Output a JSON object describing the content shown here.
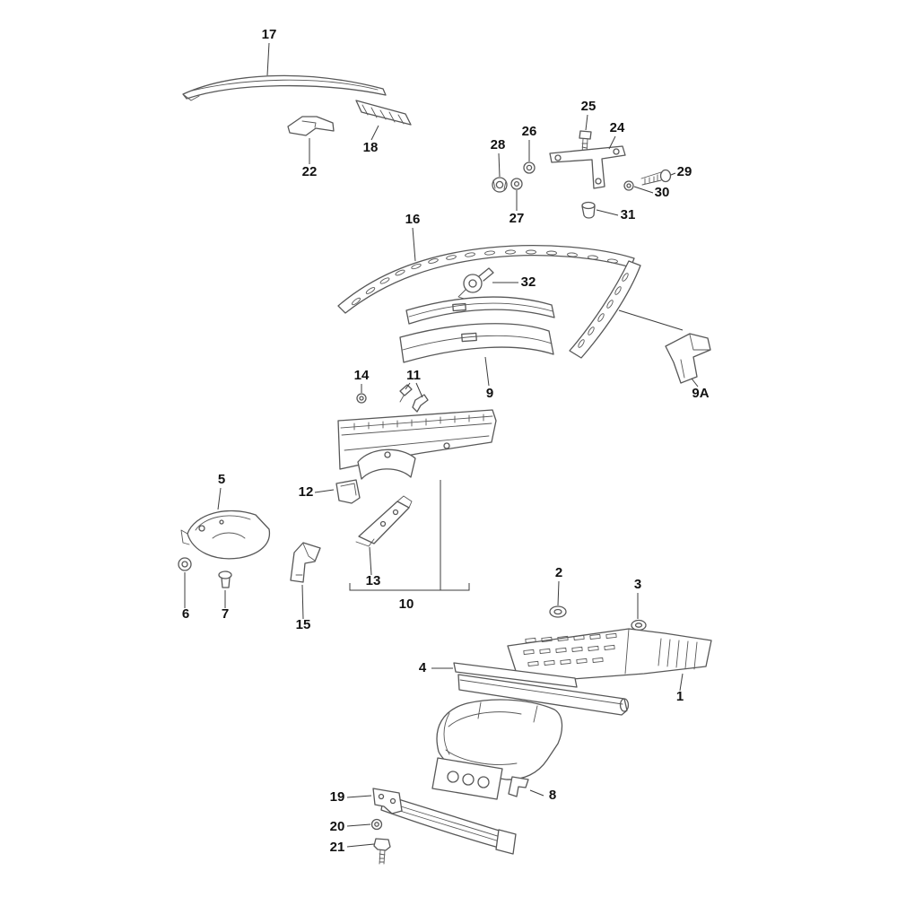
{
  "diagram": {
    "background_color": "#ffffff",
    "line_color": "#585858",
    "label_color": "#111111",
    "labels": {
      "p1": "1",
      "p2": "2",
      "p3": "3",
      "p4": "4",
      "p5": "5",
      "p6": "6",
      "p7": "7",
      "p8": "8",
      "p9": "9",
      "p9a": "9A",
      "p10": "10",
      "p11": "11",
      "p12": "12",
      "p13": "13",
      "p14": "14",
      "p15": "15",
      "p16": "16",
      "p17": "17",
      "p18": "18",
      "p19": "19",
      "p20": "20",
      "p21": "21",
      "p22": "22",
      "p24": "24",
      "p25": "25",
      "p26": "26",
      "p27": "27",
      "p28": "28",
      "p29": "29",
      "p30": "30",
      "p31": "31",
      "p32": "32"
    }
  }
}
